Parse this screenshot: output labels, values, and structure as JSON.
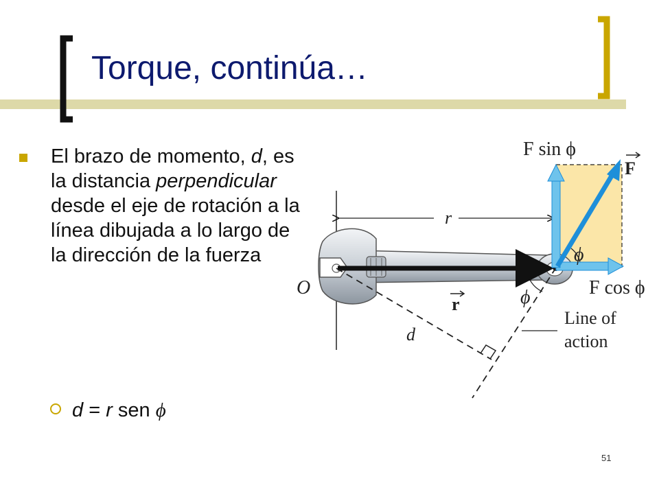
{
  "slide": {
    "title": "Torque, continúa…",
    "page_number": "51"
  },
  "bullet": {
    "segments": [
      {
        "text": "El brazo de momento, ",
        "italic": false
      },
      {
        "text": "d",
        "italic": true
      },
      {
        "text": ", es la distancia ",
        "italic": false
      },
      {
        "text": "perpendicular",
        "italic": true
      },
      {
        "text": " desde el eje de rotación a la línea dibujada a lo largo de la dirección de la fuerza",
        "italic": false
      }
    ],
    "sub": {
      "d": "d",
      "eq": " = ",
      "r": "r",
      "sen": " sen ",
      "phi": "ϕ"
    }
  },
  "diagram": {
    "label_F_sin": "F sin ϕ",
    "label_F": "F",
    "label_r_top": "r",
    "label_phi_upper": "ϕ",
    "label_O": "O",
    "label_r_vec": "r",
    "label_phi_lower": "ϕ",
    "label_F_cos": "F cos ϕ",
    "label_line_of": "Line of",
    "label_action": "action",
    "label_d": "d"
  },
  "colors": {
    "title": "#0d1a6e",
    "bracket_dark": "#111111",
    "bracket_gold": "#c9a600",
    "force_blue": "#1e8fd9",
    "component_blue": "#6ec3ec",
    "box_fill": "#fbe6a8"
  }
}
